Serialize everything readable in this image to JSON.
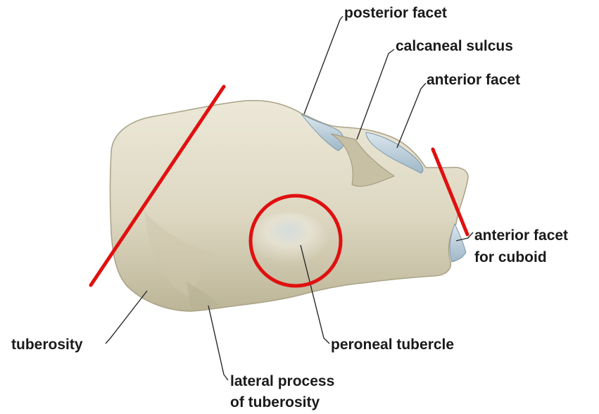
{
  "labels": {
    "posterior_facet": "posterior facet",
    "calcaneal_sulcus": "calcaneal sulcus",
    "anterior_facet": "anterior facet",
    "anterior_facet_cuboid_1": "anterior facet",
    "anterior_facet_cuboid_2": "for cuboid",
    "tuberosity": "tuberosity",
    "peroneal_tubercle": "peroneal tubercle",
    "lateral_process_1": "lateral process",
    "lateral_process_2": "of tuberosity"
  },
  "colors": {
    "background": "#ffffff",
    "bone": "#e2ddc9",
    "bone_shadow": "#bdb69c",
    "cartilage": "#b9cfdc",
    "annotation_red": "#e01010",
    "leader_line": "#2a2a2a",
    "label_text": "#1a1a1a"
  }
}
